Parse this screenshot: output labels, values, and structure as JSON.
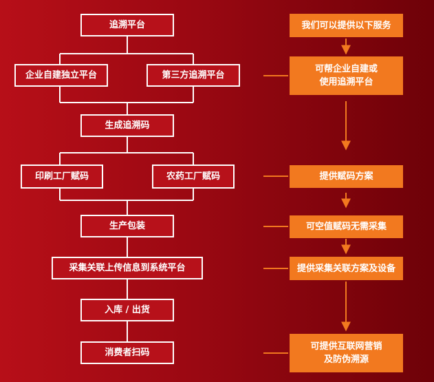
{
  "flow": {
    "trace_platform": "追溯平台",
    "enterprise_platform": "企业自建独立平台",
    "third_party_platform": "第三方追溯平台",
    "generate_code": "生成追溯码",
    "print_factory": "印刷工厂赋码",
    "pesticide_factory": "农药工厂赋码",
    "production_packaging": "生产包装",
    "collect_upload": "采集关联上传信息到系统平台",
    "storage_shipping": "入库 / 出货",
    "consumer_scan": "消费者扫码"
  },
  "services": {
    "intro": "我们可以提供以下服务",
    "self_build_line1": "可帮企业自建或",
    "self_build_line2": "使用追溯平台",
    "coding_plan": "提供赋码方案",
    "blank_coding": "可空值赋码无需采集",
    "collect_equipment": "提供采集关联方案及设备",
    "marketing_line1": "可提供互联网营销",
    "marketing_line2": "及防伪溯源"
  },
  "colors": {
    "orange": "#f2791f",
    "white": "#ffffff",
    "background_left": "#b70f18",
    "background_right": "#6e0108"
  }
}
